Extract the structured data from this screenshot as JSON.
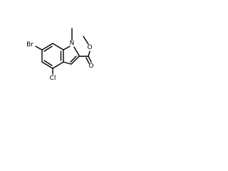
{
  "molecule": {
    "atoms": {
      "br": "Br",
      "cl": "Cl",
      "n": "N",
      "o_carbonyl": "O",
      "o_ester": "O"
    }
  }
}
